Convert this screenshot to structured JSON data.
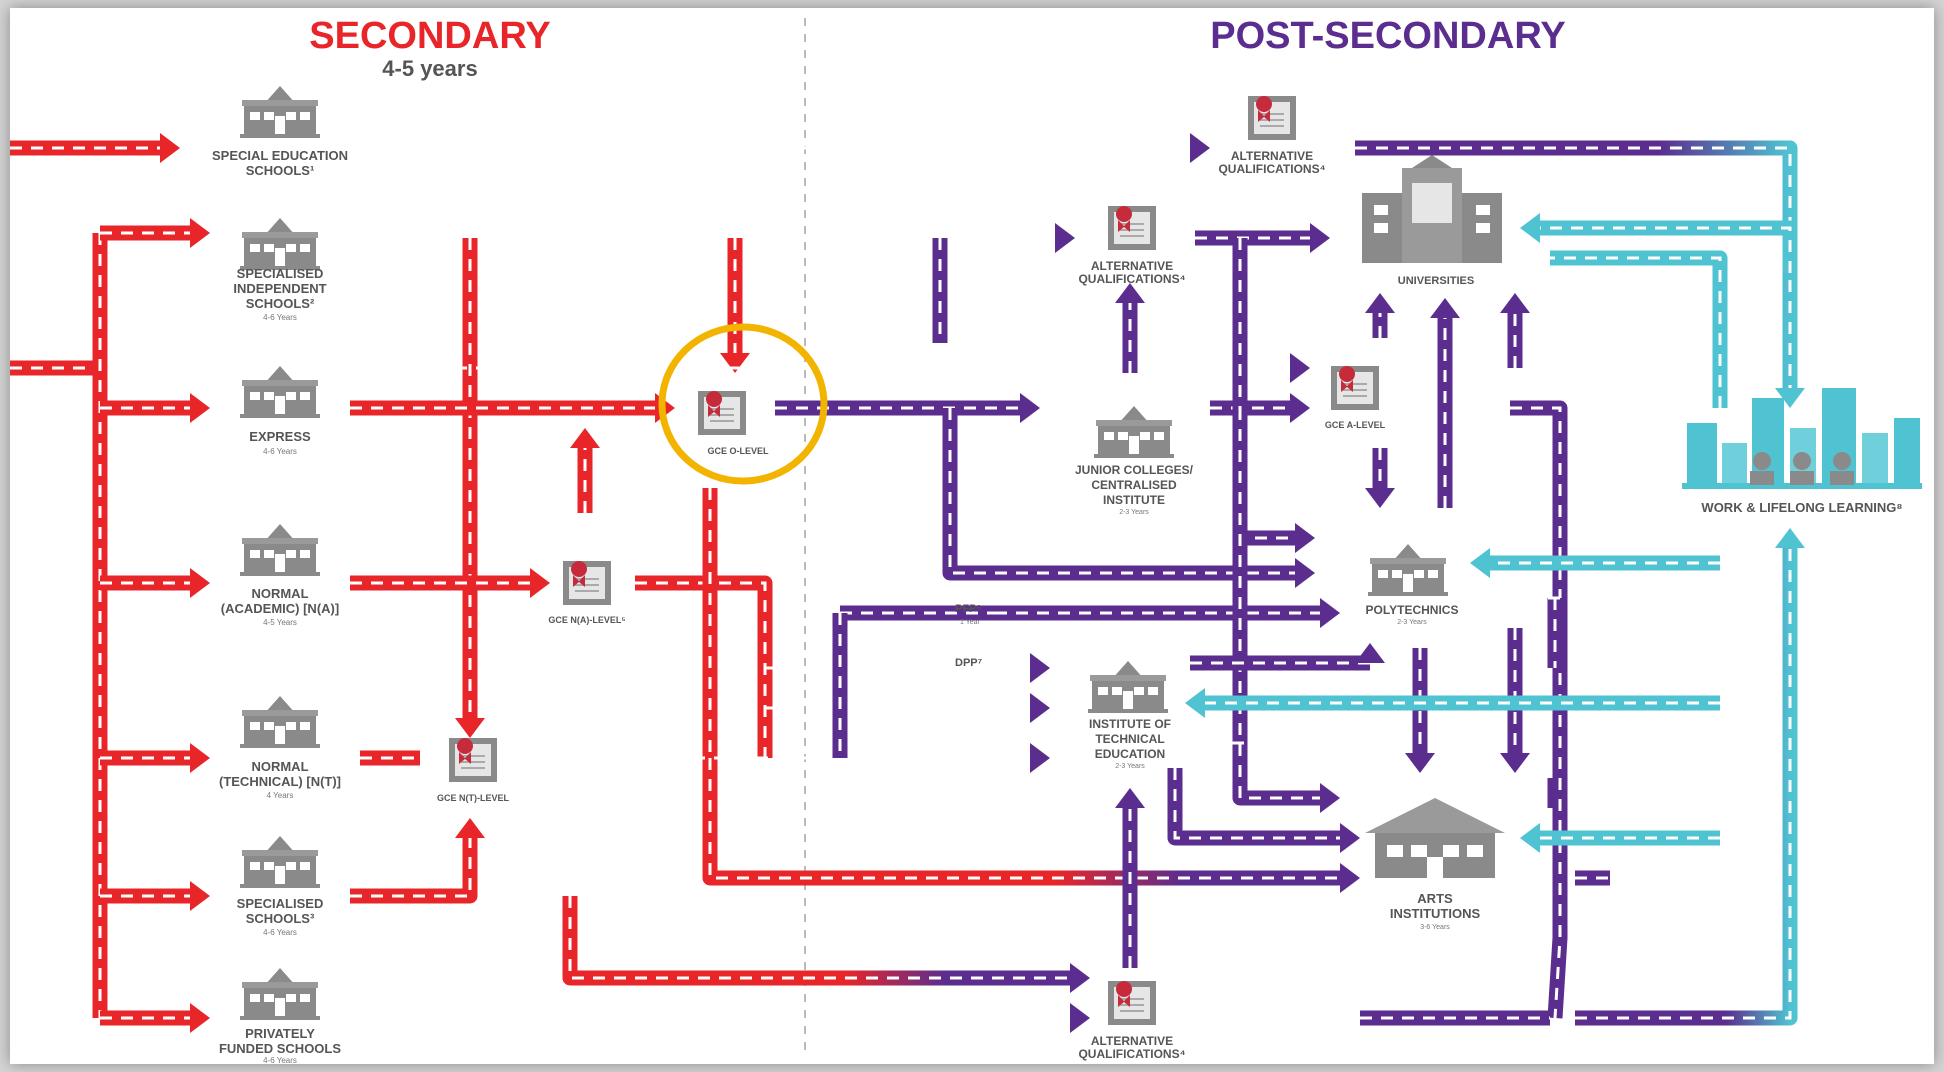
{
  "headers": {
    "secondary": "SECONDARY",
    "secondary_sub": "4-5 years",
    "post_secondary": "POST-SECONDARY"
  },
  "secondary_schools": [
    {
      "name": "SPECIAL EDUCATION",
      "name2": "SCHOOLS¹",
      "name3": "",
      "years": ""
    },
    {
      "name": "SPECIALISED",
      "name2": "INDEPENDENT",
      "name3": "SCHOOLS²",
      "years": "4-6 Years"
    },
    {
      "name": "EXPRESS",
      "name2": "",
      "name3": "",
      "years": "4-6 Years"
    },
    {
      "name": "NORMAL",
      "name2": "(ACADEMIC) [N(A)]",
      "name3": "",
      "years": "4-5 Years"
    },
    {
      "name": "NORMAL",
      "name2": "(TECHNICAL) [N(T)]",
      "name3": "",
      "years": "4 Years"
    },
    {
      "name": "SPECIALISED",
      "name2": "SCHOOLS³",
      "name3": "",
      "years": "4-6 Years"
    },
    {
      "name": "PRIVATELY",
      "name2": "FUNDED SCHOOLS",
      "name3": "",
      "years": "4-6 Years"
    }
  ],
  "certificates": {
    "o_level": "GCE O-LEVEL",
    "na_level": "GCE N(A)-LEVEL⁵",
    "nt_level": "GCE N(T)-LEVEL",
    "a_level": "GCE A-LEVEL",
    "alt_top": [
      "ALTERNATIVE",
      "QUALIFICATIONS⁴"
    ],
    "alt_mid": [
      "ALTERNATIVE",
      "QUALIFICATIONS⁴"
    ],
    "alt_bottom": [
      "ALTERNATIVE",
      "QUALIFICATIONS⁴"
    ]
  },
  "programmes": {
    "pfp": "PFP⁶",
    "pfp_years": "1 Year",
    "dpp": "DPP⁷"
  },
  "post_secondary": {
    "universities": "UNIVERSITIES",
    "junior_colleges": [
      "JUNIOR COLLEGES/",
      "CENTRALISED",
      "INSTITUTE"
    ],
    "junior_colleges_years": "2-3 Years",
    "polytechnics": "POLYTECHNICS",
    "polytechnics_years": "2-3 Years",
    "ite": [
      "INSTITUTE OF",
      "TECHNICAL",
      "EDUCATION"
    ],
    "ite_years": "2-3 Years",
    "arts": [
      "ARTS",
      "INSTITUTIONS"
    ],
    "arts_years": "3-6 Years",
    "work": "WORK & LIFELONG LEARNING⁸"
  },
  "colors": {
    "secondary_red": "#e8262a",
    "post_purple": "#5b2d8e",
    "work_cyan": "#4fc3d2",
    "icon_gray": "#8a8a8a",
    "highlight": "#f3b400"
  }
}
